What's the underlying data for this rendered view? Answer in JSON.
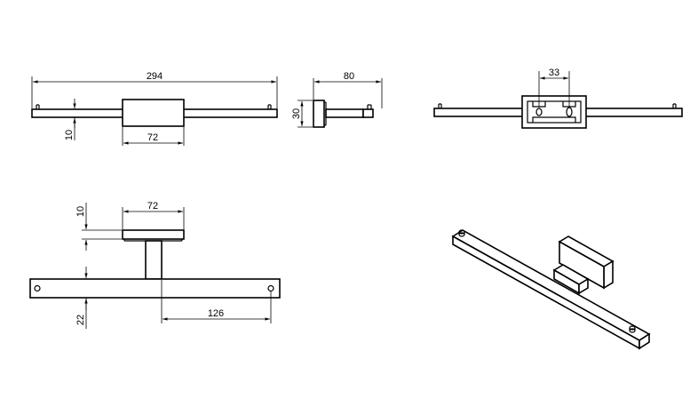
{
  "dimensions": {
    "overall_length": "294",
    "depth": "80",
    "base_height": "30",
    "bar_height_front": "10",
    "base_width_front": "72",
    "mount_spacing": "33",
    "base_width_top": "72",
    "base_thickness_top": "10",
    "bar_depth_top": "22",
    "offset_top": "126"
  }
}
